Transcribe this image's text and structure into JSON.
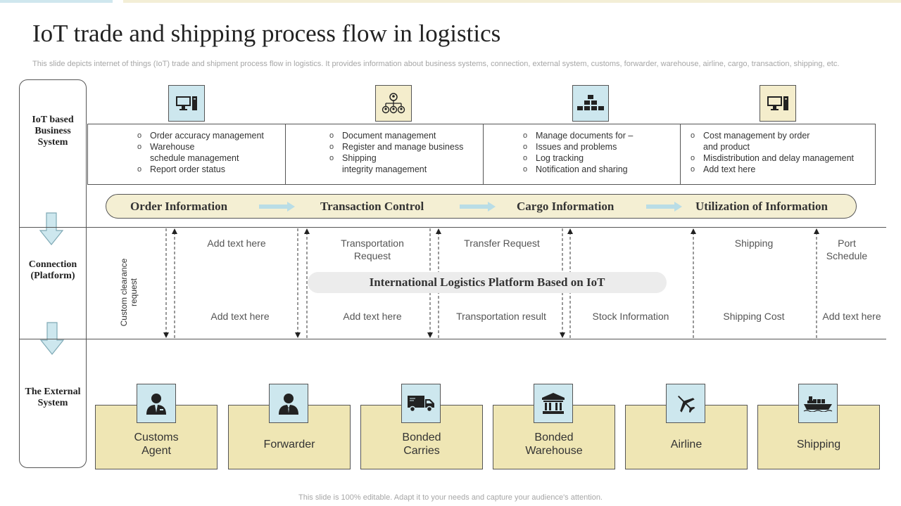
{
  "title": "IoT trade and shipping process flow in logistics",
  "subtitle": "This slide depicts internet of things (IoT) trade and shipment process flow in logistics. It provides information about business systems, connection, external system, customs, forwarder, warehouse, airline, cargo, transaction, shipping, etc.",
  "rows": {
    "business": "IoT based Business System",
    "connection": "Connection (Platform)",
    "external": "The External System"
  },
  "business_systems": [
    {
      "icon": "computer-icon",
      "items": [
        {
          "text": "Order accuracy management",
          "bullet": true
        },
        {
          "text": "Warehouse",
          "bullet": true
        },
        {
          "text": "schedule management",
          "bullet": false
        },
        {
          "text": "Report order status",
          "bullet": true
        }
      ]
    },
    {
      "icon": "org-chart-icon",
      "items": [
        {
          "text": "Document management",
          "bullet": true
        },
        {
          "text": "Register and manage business",
          "bullet": true
        },
        {
          "text": "Shipping",
          "bullet": true
        },
        {
          "text": "integrity management",
          "bullet": false
        }
      ]
    },
    {
      "icon": "pyramid-boxes-icon",
      "items": [
        {
          "text": "Manage documents for –",
          "bullet": true
        },
        {
          "text": "Issues and problems",
          "bullet": true
        },
        {
          "text": "Log tracking",
          "bullet": true
        },
        {
          "text": "Notification and sharing",
          "bullet": true
        }
      ]
    },
    {
      "icon": "computer-icon",
      "items": [
        {
          "text": "Cost management by order",
          "bullet": true
        },
        {
          "text": "and product",
          "bullet": false
        },
        {
          "text": "Misdistribution and delay management",
          "bullet": true
        },
        {
          "text": "Add text here",
          "bullet": true
        }
      ]
    }
  ],
  "process_steps": [
    "Order Information",
    "Transaction Control",
    "Cargo Information",
    "Utilization of Information"
  ],
  "connection": {
    "vertical_label": "Custom clearance request",
    "top_texts": [
      "Add text here",
      "Transportation Request",
      "Transfer Request",
      "Shipping",
      "Port Schedule"
    ],
    "bottom_texts": [
      "Add text here",
      "Add text here",
      "Transportation result",
      "Stock Information",
      "Shipping Cost",
      "Add text here"
    ],
    "platform": "International Logistics Platform Based on IoT"
  },
  "external_systems": [
    {
      "label": "Customs Agent",
      "icon": "customs-agent-icon"
    },
    {
      "label": "Forwarder",
      "icon": "forwarder-icon"
    },
    {
      "label": "Bonded Carries",
      "icon": "truck-icon"
    },
    {
      "label": "Bonded Warehouse",
      "icon": "warehouse-icon"
    },
    {
      "label": "Airline",
      "icon": "airplane-icon"
    },
    {
      "label": "Shipping",
      "icon": "ship-icon"
    }
  ],
  "footer": "This slide is 100% editable. Adapt it to your needs and capture your audience's attention.",
  "colors": {
    "blue": "#cde7ee",
    "cream": "#efe6b4",
    "pill": "#f4efd3",
    "platform": "#ececec"
  }
}
